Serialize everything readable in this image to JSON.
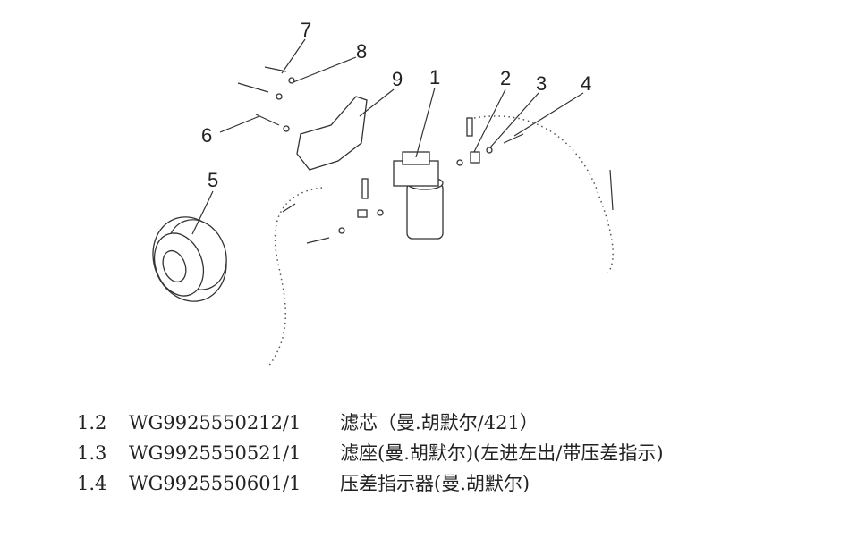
{
  "callouts": [
    "1",
    "2",
    "3",
    "4",
    "5",
    "6",
    "7",
    "8",
    "9"
  ],
  "parts": [
    {
      "index": "1.2",
      "code": "WG9925550212/1",
      "description": "滤芯（曼.胡默尔/421）"
    },
    {
      "index": "1.3",
      "code": "WG9925550521/1",
      "description": "滤座(曼.胡默尔)(左进左出/带压差指示)"
    },
    {
      "index": "1.4",
      "code": "WG9925550601/1",
      "description": "压差指示器(曼.胡默尔)"
    }
  ]
}
